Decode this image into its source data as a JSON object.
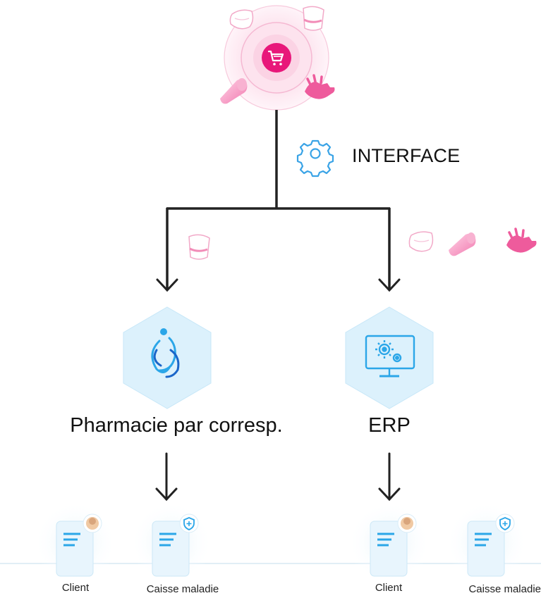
{
  "interface_label": "INTERFACE",
  "branches": [
    {
      "label": "Pharmacie par corresp.",
      "icon": "wellness-figure-icon"
    },
    {
      "label": "ERP",
      "icon": "monitor-gears-icon"
    }
  ],
  "documents": [
    {
      "label": "Client",
      "badge": "avatar"
    },
    {
      "label": "Caisse maladie",
      "badge": "shield"
    },
    {
      "label": "Client",
      "badge": "avatar"
    },
    {
      "label": "Caisse maladie",
      "badge": "shield"
    }
  ],
  "colors": {
    "accent_pink": "#e8177a",
    "light_blue": "#dff3fd",
    "icon_blue": "#29a9e8",
    "line": "#222222"
  }
}
